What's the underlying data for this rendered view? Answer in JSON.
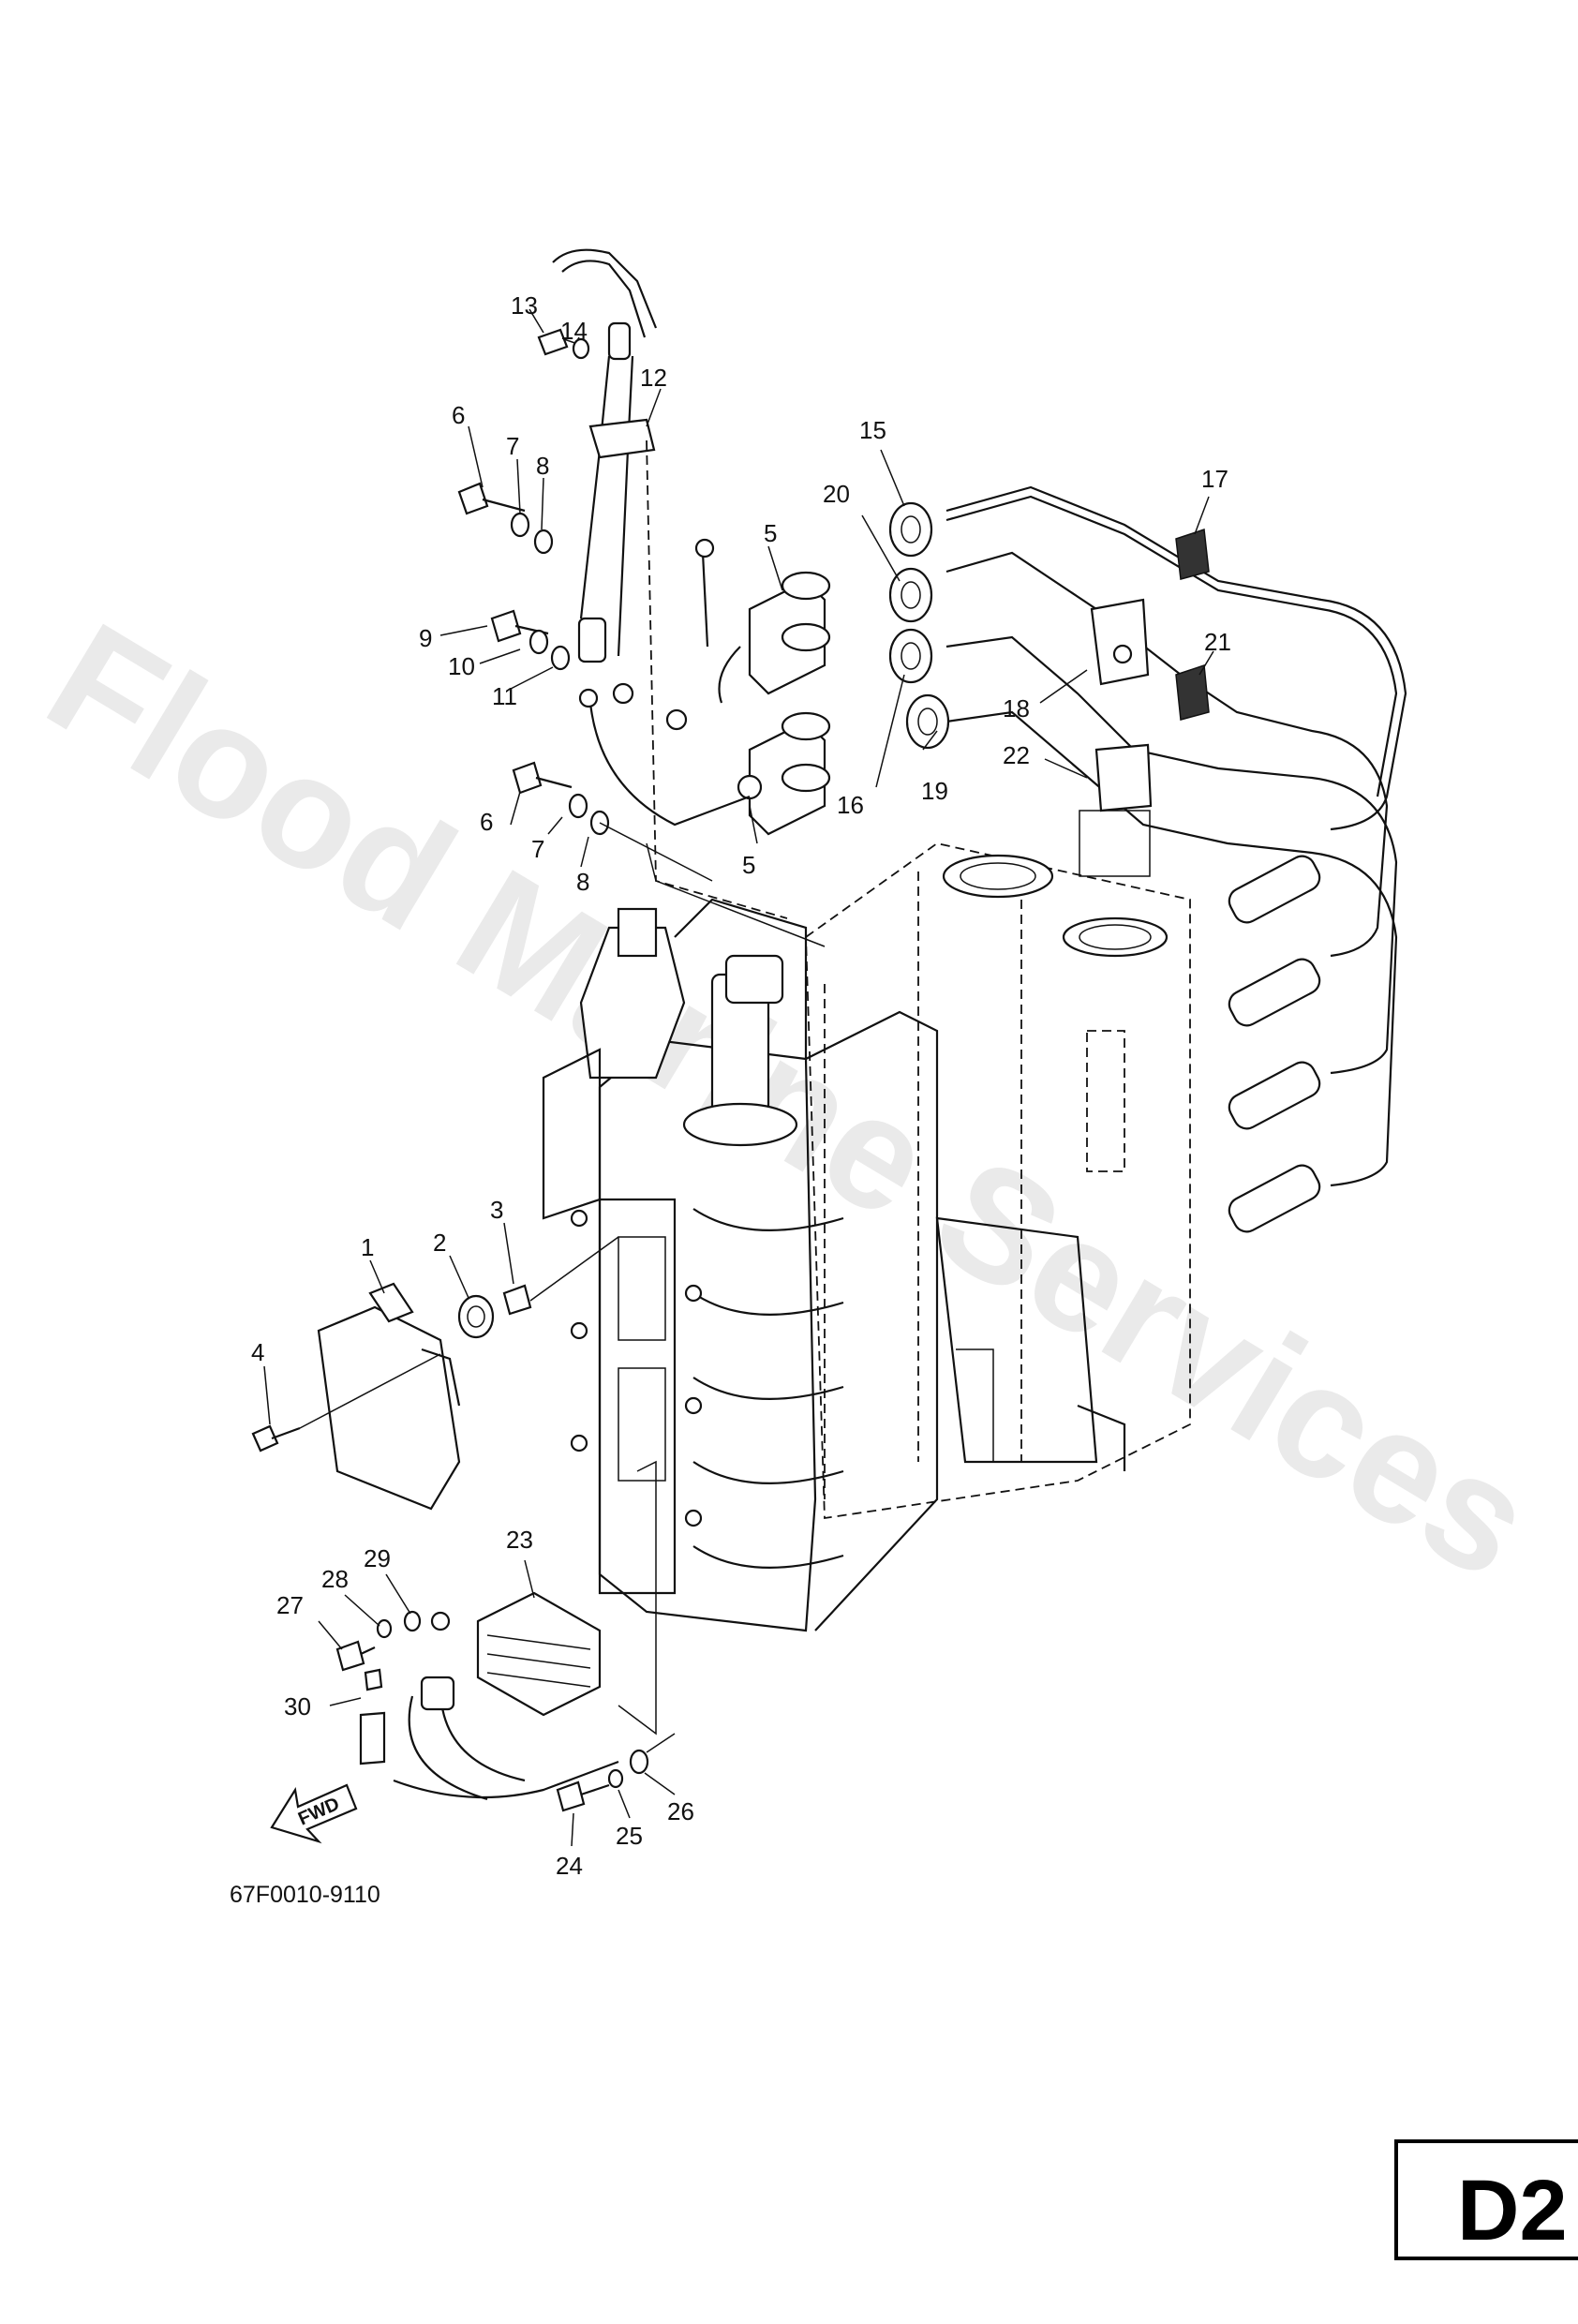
{
  "diagram": {
    "part_number": "67F0010-9110",
    "page_code": "D2",
    "watermark": "Flood Marine Services",
    "direction_label": "FWD",
    "callouts": [
      "1",
      "2",
      "3",
      "4",
      "5",
      "5",
      "6",
      "6",
      "7",
      "7",
      "8",
      "8",
      "9",
      "10",
      "11",
      "12",
      "13",
      "14",
      "15",
      "16",
      "17",
      "18",
      "19",
      "20",
      "21",
      "22",
      "23",
      "24",
      "25",
      "26",
      "27",
      "28",
      "29",
      "30"
    ]
  }
}
